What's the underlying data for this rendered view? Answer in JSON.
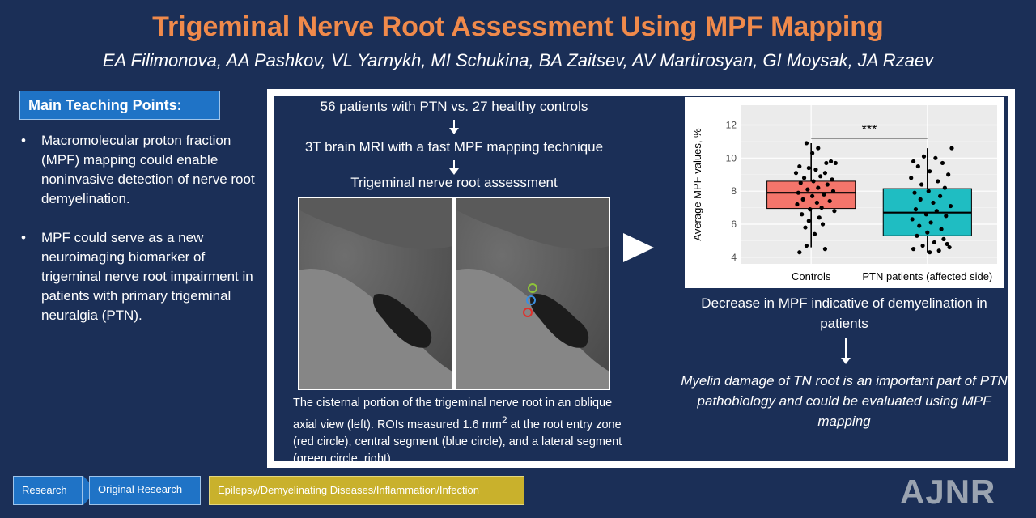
{
  "header": {
    "title": "Trigeminal Nerve Root Assessment Using MPF Mapping",
    "authors": "EA Filimonova, AA Pashkov, VL Yarnykh, MI Schukina, BA Zaitsev, AV Martirosyan, GI Moysak, JA Rzaev"
  },
  "teaching": {
    "heading": "Main Teaching Points:",
    "points": [
      "Macromolecular proton fraction (MPF) mapping could enable noninvasive detection of nerve root demyelination.",
      "MPF could serve as a new neuroimaging biomarker of trigeminal nerve root impairment in patients with primary trigeminal neuralgia (PTN)."
    ]
  },
  "flow": {
    "step1": "56 patients with PTN vs. 27 healthy controls",
    "step2": "3T brain MRI with a fast MPF mapping technique",
    "step3": "Trigeminal nerve root assessment",
    "caption_part1": "The cisternal portion of the trigeminal nerve root in an oblique axial view (left). ROIs measured 1.6 mm",
    "caption_sup": "2",
    "caption_part2": " at the root entry zone (red circle), central segment (blue circle), and a lateral segment (green circle, right).",
    "roi_colors": {
      "entry_zone": "#e0302b",
      "central": "#3b8fe0",
      "lateral": "#8fc43a"
    }
  },
  "chart_data": {
    "type": "box",
    "categories": [
      "Controls",
      "PTN patients (affected side)"
    ],
    "ylabel": "Average MPF values, %",
    "xlabel": "",
    "ylim": [
      3.6,
      13.2
    ],
    "yticks": [
      4,
      6,
      8,
      10,
      12
    ],
    "significance": "***",
    "colors": [
      "#f4756b",
      "#1fbdc2"
    ],
    "boxes": [
      {
        "name": "Controls",
        "q1": 6.95,
        "median": 7.9,
        "q3": 8.6,
        "whisker_low": 4.6,
        "whisker_high": 10.9
      },
      {
        "name": "PTN patients (affected side)",
        "q1": 5.3,
        "median": 6.7,
        "q3": 8.15,
        "whisker_low": 4.3,
        "whisker_high": 10.6
      }
    ],
    "points": [
      [
        [
          0.96,
          10.9
        ],
        [
          1.06,
          10.6
        ],
        [
          1.01,
          10.3
        ],
        [
          1.17,
          9.8
        ],
        [
          1.13,
          9.7
        ],
        [
          1.21,
          9.7
        ],
        [
          0.9,
          9.5
        ],
        [
          0.98,
          9.4
        ],
        [
          1.04,
          9.3
        ],
        [
          1.12,
          9.1
        ],
        [
          0.87,
          9.1
        ],
        [
          1.08,
          8.9
        ],
        [
          0.94,
          8.8
        ],
        [
          1.18,
          8.7
        ],
        [
          1.02,
          8.6
        ],
        [
          0.91,
          8.5
        ],
        [
          1.14,
          8.4
        ],
        [
          1.06,
          8.2
        ],
        [
          0.97,
          8.1
        ],
        [
          1.19,
          8.0
        ],
        [
          0.89,
          7.9
        ],
        [
          1.11,
          7.8
        ],
        [
          1.01,
          7.7
        ],
        [
          0.93,
          7.5
        ],
        [
          1.16,
          7.4
        ],
        [
          1.05,
          7.3
        ],
        [
          0.88,
          7.2
        ],
        [
          1.09,
          7.0
        ],
        [
          0.99,
          6.9
        ],
        [
          1.2,
          6.8
        ],
        [
          0.92,
          6.6
        ],
        [
          1.07,
          6.4
        ],
        [
          0.98,
          6.2
        ],
        [
          1.1,
          6.0
        ],
        [
          0.95,
          5.8
        ],
        [
          1.03,
          5.4
        ],
        [
          0.96,
          4.7
        ],
        [
          1.12,
          4.5
        ],
        [
          0.9,
          4.3
        ]
      ],
      [
        [
          2.21,
          10.6
        ],
        [
          1.97,
          10.1
        ],
        [
          2.07,
          10.0
        ],
        [
          1.88,
          9.8
        ],
        [
          2.13,
          9.7
        ],
        [
          1.92,
          9.5
        ],
        [
          2.02,
          9.2
        ],
        [
          2.18,
          9.0
        ],
        [
          1.86,
          8.8
        ],
        [
          2.09,
          8.6
        ],
        [
          1.95,
          8.4
        ],
        [
          2.15,
          8.2
        ],
        [
          2.01,
          8.0
        ],
        [
          1.89,
          7.9
        ],
        [
          2.11,
          7.7
        ],
        [
          1.94,
          7.5
        ],
        [
          2.05,
          7.3
        ],
        [
          2.2,
          7.1
        ],
        [
          1.9,
          6.9
        ],
        [
          2.08,
          6.8
        ],
        [
          1.99,
          6.6
        ],
        [
          2.16,
          6.5
        ],
        [
          1.87,
          6.3
        ],
        [
          2.03,
          6.1
        ],
        [
          1.93,
          5.9
        ],
        [
          2.12,
          5.7
        ],
        [
          2.0,
          5.5
        ],
        [
          1.91,
          5.3
        ],
        [
          2.14,
          5.1
        ],
        [
          2.06,
          4.9
        ],
        [
          1.96,
          4.7
        ],
        [
          2.19,
          4.6
        ],
        [
          1.88,
          4.5
        ],
        [
          2.1,
          4.4
        ],
        [
          2.02,
          4.3
        ],
        [
          2.17,
          4.8
        ]
      ]
    ]
  },
  "results": {
    "caption": "Decrease in MPF indicative of demyelination in patients",
    "conclusion": "Myelin damage of TN root is an important part of PTN pathobiology and could be evaluated using MPF mapping"
  },
  "footer": {
    "tag1": "Research",
    "tag2": "Original Research",
    "tag3": "Epilepsy/Demyelinating Diseases/Inflammation/Infection",
    "logo": "AJNR"
  }
}
